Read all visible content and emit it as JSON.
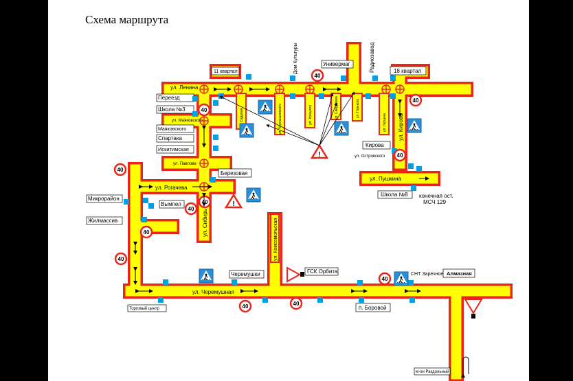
{
  "heading": "Схема маршрута",
  "speed_limit": "40",
  "colors": {
    "road": "#ffff00",
    "road_border": "#e8261c",
    "stop": "#00a0e6",
    "sign_red": "#e8261c",
    "crosswalk_bg": "#2b8fd6"
  },
  "streets": {
    "lenina": "ул. Ленина",
    "mayakovskogo": "ул. Маяковского",
    "pavlova": "ул. Павлова",
    "rogacheva": "ул. Рогачева",
    "sibir": "ул. Сибирь",
    "cheremushnaya": "ул. Черемушная",
    "komsomolskaya": "ул. Комсомольская",
    "kirova": "ул. Кирова",
    "pushkina": "ул. Пушкина",
    "ostrovskogo": "ул. Островского",
    "sadovaya": "ул. Садовая",
    "chernyshevskogo": "ул. Чернышевского",
    "uritskogo": "ул. Урицкого",
    "sverdlova": "ул. Свердлова",
    "gorkogo": "ул. Горького",
    "gertsena": "ул. Герцена"
  },
  "stops": {
    "kvartal11": "11 квартал",
    "dom_kultury": "Дом Культуры",
    "univermag": "Универмаг",
    "radiozavod": "Радиозавод",
    "kvartal18": "18 квартал",
    "pereezd": "Переезд",
    "shkola3": "Школа №3",
    "mayakovskogo": "Маяковского",
    "spartaka": "Спартака",
    "iskitimskaya": "Искитимская",
    "berezovaya": "Березовая",
    "mikrorayon": "Микрорайон",
    "vympel": "Вымпел",
    "zhilmassiv": "Жилмассив",
    "kirova": "Кирова",
    "shkola8": "Школа №8",
    "konechnaya_line1": "конечная ост.",
    "konechnaya_line2": "МСЧ 129",
    "cheremushki": "Черемушки",
    "gsk_orbita": "ГСК Орбита",
    "snt_zarechnoe": "СНТ Заречное",
    "almaznaya": "Алмазная",
    "torgovy_tsentr": "Торговый центр",
    "p_borovoy": "п. Боровой",
    "mkr_razdolny": "м-он Раздольный"
  }
}
